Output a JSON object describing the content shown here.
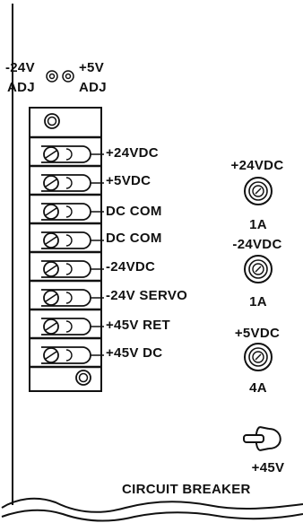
{
  "adjust": {
    "neg24_value": "-24V",
    "neg24_adj": "ADJ",
    "pos5_value": "+5V",
    "pos5_adj": "ADJ"
  },
  "terminal_block": {
    "terminals": [
      {
        "label": "+24VDC"
      },
      {
        "label": "+5VDC"
      },
      {
        "label": "DC COM"
      },
      {
        "label": "DC COM"
      },
      {
        "label": "-24VDC"
      },
      {
        "label": "-24V SERVO"
      },
      {
        "label": "+45V RET"
      },
      {
        "label": "+45V DC"
      }
    ]
  },
  "fuses": [
    {
      "voltage": "+24VDC",
      "rating": "1A"
    },
    {
      "voltage": "-24VDC",
      "rating": "1A"
    },
    {
      "voltage": "+5VDC",
      "rating": "4A"
    }
  ],
  "breaker": {
    "voltage": "+45V",
    "label": "CIRCUIT BREAKER"
  },
  "colors": {
    "ink": "#111111",
    "background": "#ffffff"
  },
  "icons": {
    "adjust": "potentiometer-icon",
    "terminal": "screw-terminal-icon",
    "fuse": "fuse-holder-icon",
    "breaker": "toggle-switch-icon"
  }
}
